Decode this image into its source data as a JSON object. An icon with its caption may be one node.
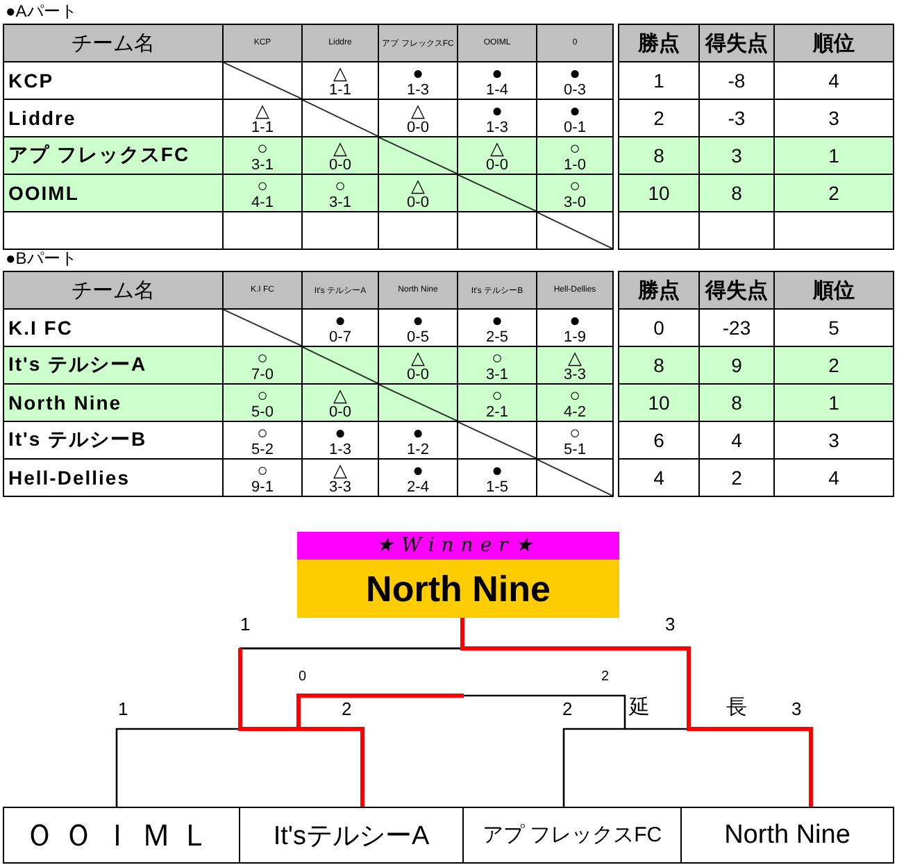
{
  "diagram": {
    "nodes": [
      {
        "text": [
          "★Winner★",
          "North Nine"
        ]
      },
      {
        "text": [
          "ＯＯＩＭＬ"
        ]
      },
      {
        "text": [
          "It'sテルシーA"
        ]
      },
      {
        "text": [
          "アプ フレックスFC"
        ]
      },
      {
        "text": [
          "North Nine"
        ]
      }
    ],
    "edges": [
      {
        "from": 1,
        "to": 0,
        "arrow": "none"
      },
      {
        "from": 2,
        "to": 0,
        "arrow": "none"
      },
      {
        "from": 3,
        "to": 0,
        "arrow": "none"
      },
      {
        "from": 4,
        "to": 0,
        "arrow": "none",
        "style": "thick",
        "color": "#ff0000"
      }
    ],
    "labels": [
      "●Aパート",
      "チーム名",
      "KCP",
      "Liddre",
      "アプ フレックスFC",
      "OOIML",
      "0",
      "勝点",
      "得失点",
      "順位",
      "KCP",
      "△",
      "1-1",
      "●",
      "1-3",
      "●",
      "1-4",
      "●",
      "0-3",
      "1",
      "-8",
      "4",
      "Liddre",
      "△",
      "1-1",
      "△",
      "0-0",
      "●",
      "1-3",
      "●",
      "0-1",
      "2",
      "-3",
      "3",
      "アプ フレックスFC",
      "○",
      "3-1",
      "△",
      "0-0",
      "△",
      "0-0",
      "○",
      "1-0",
      "8",
      "3",
      "1",
      "OOIML",
      "○",
      "4-1",
      "○",
      "3-1",
      "△",
      "0-0",
      "○",
      "3-0",
      "10",
      "8",
      "2",
      "●Bパート",
      "チーム名",
      "K.I FC",
      "It's テルシーA",
      "North Nine",
      "It's テルシーB",
      "Hell-Dellies",
      "勝点",
      "得失点",
      "順位",
      "K.I FC",
      "●",
      "0-7",
      "●",
      "0-5",
      "●",
      "2-5",
      "●",
      "1-9",
      "0",
      "-23",
      "5",
      "It's テルシーA",
      "○",
      "7-0",
      "△",
      "0-0",
      "○",
      "3-1",
      "△",
      "3-3",
      "8",
      "9",
      "2",
      "North Nine",
      "○",
      "5-0",
      "△",
      "0-0",
      "○",
      "2-1",
      "○",
      "4-2",
      "10",
      "8",
      "1",
      "It's テルシーB",
      "○",
      "5-2",
      "●",
      "1-3",
      "●",
      "1-2",
      "○",
      "5-1",
      "6",
      "4",
      "3",
      "Hell-Dellies",
      "○",
      "9-1",
      "△",
      "3-3",
      "●",
      "2-4",
      "●",
      "1-5",
      "4",
      "2",
      "4",
      "1",
      "3",
      "0",
      "2",
      "1",
      "2",
      "2",
      "延",
      "長",
      "3"
    ]
  }
}
